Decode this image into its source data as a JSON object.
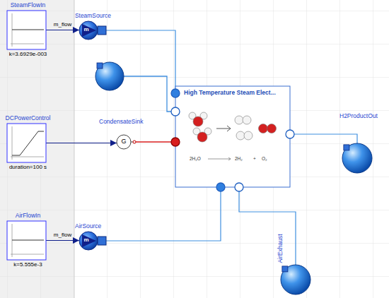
{
  "diagram": {
    "nodes": [
      {
        "text": [
          "SteamFlowIn",
          "k=3.6929e-003"
        ]
      },
      {
        "text": [
          "SteamSource",
          "m"
        ]
      },
      {
        "text": [
          "DCPowerControl",
          "duration=100 s"
        ]
      },
      {
        "text": [
          "CondensateSink",
          "G"
        ]
      },
      {
        "text": [
          "AirFlowIn",
          "k=5.555e-3"
        ]
      },
      {
        "text": [
          "AirSource",
          "m"
        ]
      },
      {
        "text": [
          "High Temperature Steam Elect...",
          "2H₂O",
          "2H₂",
          "+",
          "O₂"
        ]
      },
      {
        "text": [
          "H2ProductOut"
        ]
      },
      {
        "text": [
          "AirExhaust"
        ]
      }
    ],
    "edges": [
      {
        "from": 0,
        "to": 1,
        "arrow": "to",
        "label": "m_flow"
      },
      {
        "from": 2,
        "to": 3,
        "arrow": "to"
      },
      {
        "from": 4,
        "to": 5,
        "arrow": "to",
        "label": "m_flow"
      },
      {
        "from": 1,
        "to": 6,
        "arrow": "none"
      },
      {
        "from": 3,
        "to": 6,
        "arrow": "none"
      },
      {
        "from": 5,
        "to": 6,
        "arrow": "none"
      },
      {
        "from": 6,
        "to": 7,
        "arrow": "none"
      },
      {
        "from": 6,
        "to": 8,
        "arrow": "none"
      }
    ]
  }
}
